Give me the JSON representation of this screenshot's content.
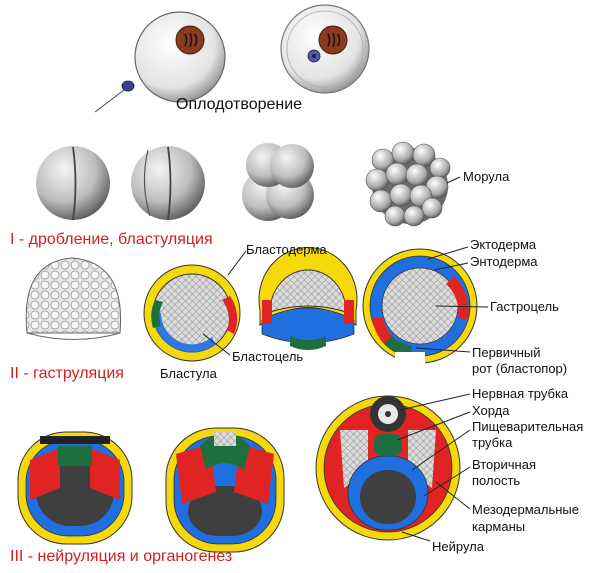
{
  "colors": {
    "ectoderm": "#f5d90a",
    "endoderm": "#1f6fe0",
    "mesoderm": "#e02424",
    "neural": "#1f6e3f",
    "stage_title": "#d11f1f",
    "cell_gray": "#cfcfcf"
  },
  "fertilization": {
    "label": "Оплодотворение"
  },
  "stage1": {
    "title": "I - дробление, бластуляция",
    "morula_label": "Морула"
  },
  "stage2": {
    "title": "II - гаструляция",
    "blastoderm": "Бластодерма",
    "blastocoel": "Бластоцель",
    "blastula": "Бластула",
    "ectoderm": "Эктодерма",
    "endoderm": "Энтодерма",
    "gastrocoel": "Гастроцель",
    "primary_mouth_1": "Первичный",
    "primary_mouth_2": "рот (бластопор)"
  },
  "stage3": {
    "title": "III - нейруляция и органогенез",
    "neural_tube": "Нервная трубка",
    "chorda": "Хорда",
    "digestive_1": "Пищеварительная",
    "digestive_2": "трубка",
    "secondary_1": "Вторичная",
    "secondary_2": "полость",
    "mesoderm_1": "Мезодермальные",
    "mesoderm_2": "карманы",
    "neurula": "Нейрула"
  }
}
